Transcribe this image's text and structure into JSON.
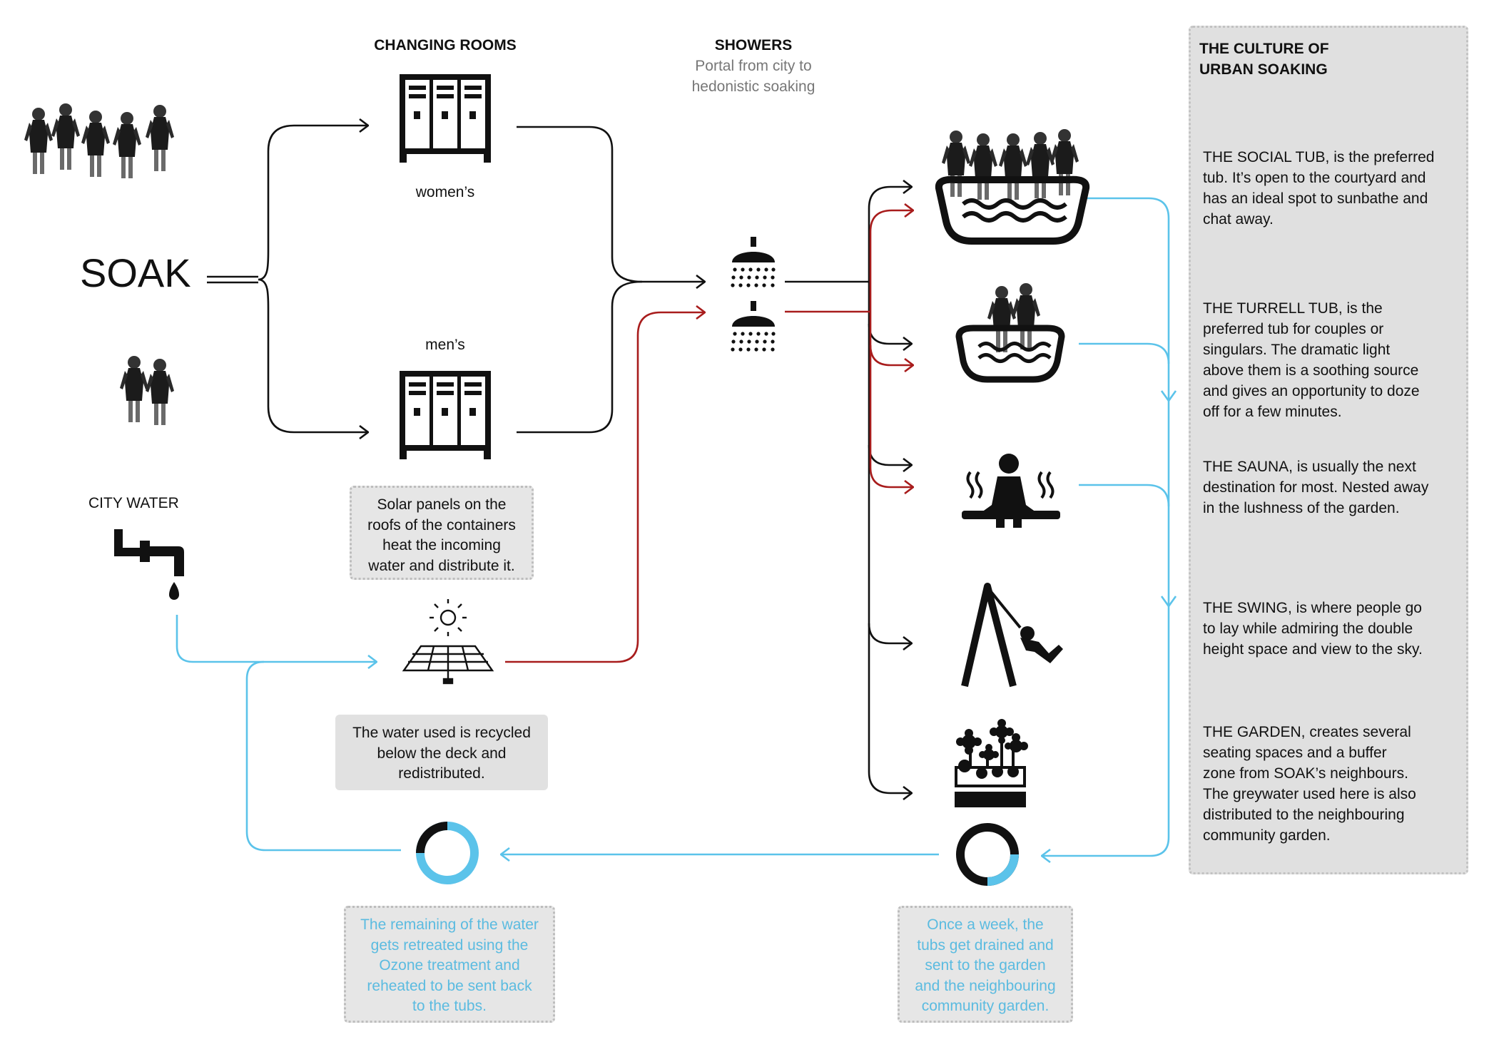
{
  "soak_label": "SOAK",
  "city_water_label": "CITY WATER",
  "changing_rooms": {
    "title": "CHANGING ROOMS",
    "women_label": "women’s",
    "men_label": "men’s"
  },
  "showers": {
    "title": "SHOWERS",
    "subtitle_line1": "Portal from city to",
    "subtitle_line2": "hedonistic soaking"
  },
  "notes": {
    "solar": [
      "Solar panels on the",
      "roofs of the containers",
      "heat the incoming",
      "water and distribute it."
    ],
    "recycled": [
      "The water used is recycled",
      "below the deck and",
      "redistributed."
    ],
    "ozone": [
      "The remaining of the water",
      "gets retreated using the",
      "Ozone treatment and",
      "reheated to be sent back",
      "to the tubs."
    ],
    "drained": [
      "Once a week, the",
      "tubs get drained and",
      "sent to the garden",
      "and the neighbouring",
      "community garden."
    ]
  },
  "sidebar": {
    "title_line1": "THE CULTURE OF",
    "title_line2": "URBAN SOAKING",
    "items": [
      {
        "lines": [
          "THE SOCIAL TUB,  is the preferred",
          "tub. It’s open to the courtyard and",
          "has an ideal spot to sunbathe and",
          "chat away."
        ]
      },
      {
        "lines": [
          "THE TURRELL TUB,  is the",
          "preferred tub for couples or",
          "singulars. The dramatic light",
          "above them is a soothing source",
          "and gives an opportunity to doze",
          "off for a few minutes."
        ]
      },
      {
        "lines": [
          "THE SAUNA, is usually the next",
          "destination for most. Nested away",
          "in the lushness of the garden."
        ]
      },
      {
        "lines": [
          "THE SWING, is where people go",
          "to lay while admiring the double",
          "height space and view to the sky."
        ]
      },
      {
        "lines": [
          "THE GARDEN, creates several",
          "seating spaces and a buffer",
          "zone from SOAK’s neighbours.",
          "The greywater used here is also",
          "distributed to the neighbouring",
          "community garden."
        ]
      }
    ]
  },
  "colors": {
    "black_line": "#111111",
    "red_line": "#a81c1c",
    "blue_line": "#5bc3ea",
    "note_bg": "#e2e2e2",
    "blue_text": "#5bbbe0"
  },
  "icons": [
    "bathers-photo-icon",
    "locker-icon",
    "shower-head-icon",
    "tap-icon",
    "solar-panel-icon",
    "social-tub-icon",
    "turrell-tub-icon",
    "sauna-icon",
    "swing-icon",
    "garden-planter-icon",
    "treatment-ring-icon"
  ]
}
